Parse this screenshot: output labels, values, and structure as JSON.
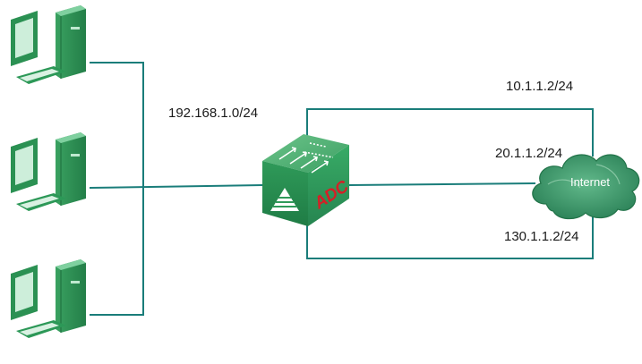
{
  "network": {
    "subnet_label": "192.168.1.0/24",
    "links": [
      {
        "label": "10.1.1.2/24"
      },
      {
        "label": "20.1.1.2/24"
      },
      {
        "label": "130.1.1.2/24"
      }
    ]
  },
  "device": {
    "badge": "ADC",
    "icon": "adc-switch-icon"
  },
  "cloud": {
    "label": "Internet",
    "icon": "cloud-icon"
  },
  "hosts": [
    {
      "icon": "desktop-computer-icon"
    },
    {
      "icon": "desktop-computer-icon"
    },
    {
      "icon": "desktop-computer-icon"
    }
  ],
  "colors": {
    "link": "#1a7d7a",
    "device_green": "#2fa65d",
    "cloud_green": "#2e8b57"
  }
}
